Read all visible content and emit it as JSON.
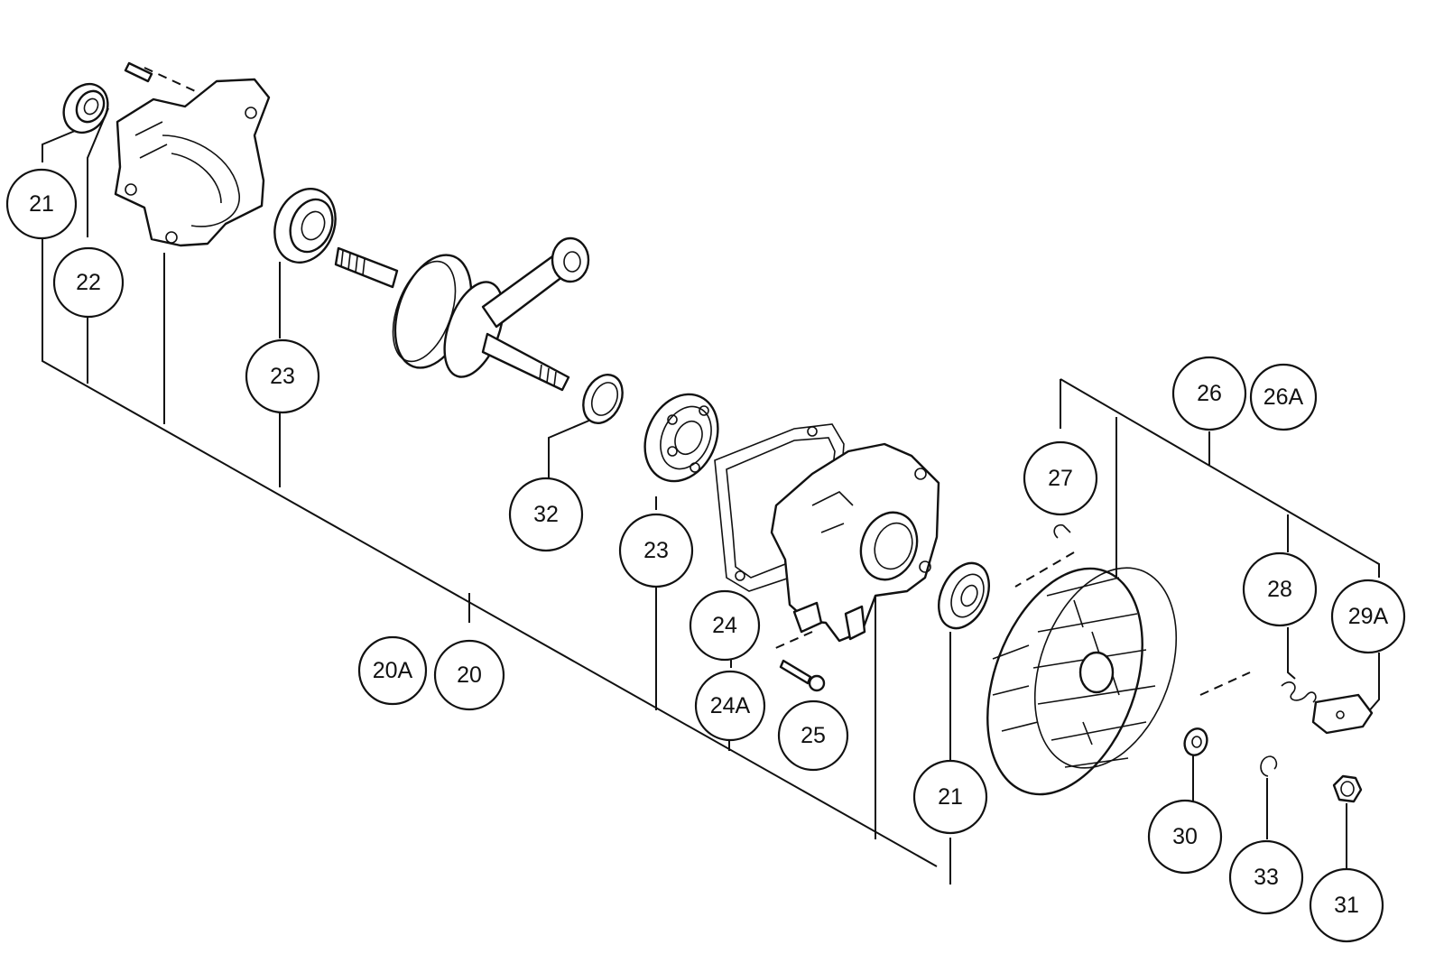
{
  "callouts": [
    {
      "id": "21a",
      "label": "21"
    },
    {
      "id": "22",
      "label": "22"
    },
    {
      "id": "23a",
      "label": "23"
    },
    {
      "id": "32",
      "label": "32"
    },
    {
      "id": "23b",
      "label": "23"
    },
    {
      "id": "24",
      "label": "24"
    },
    {
      "id": "24A",
      "label": "24A"
    },
    {
      "id": "25",
      "label": "25"
    },
    {
      "id": "20A",
      "label": "20A"
    },
    {
      "id": "20",
      "label": "20"
    },
    {
      "id": "21b",
      "label": "21"
    },
    {
      "id": "27",
      "label": "27"
    },
    {
      "id": "26",
      "label": "26"
    },
    {
      "id": "26A",
      "label": "26A"
    },
    {
      "id": "28",
      "label": "28"
    },
    {
      "id": "29A",
      "label": "29A"
    },
    {
      "id": "30",
      "label": "30"
    },
    {
      "id": "33",
      "label": "33"
    },
    {
      "id": "31",
      "label": "31"
    }
  ]
}
